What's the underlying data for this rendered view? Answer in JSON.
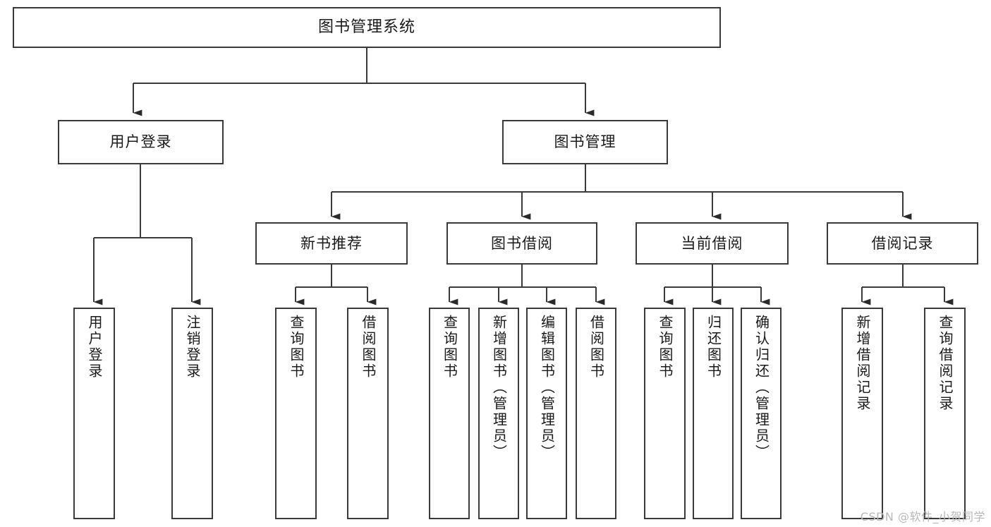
{
  "diagram": {
    "title": "图书管理系统",
    "type": "tree-hierarchy-chart",
    "watermark": "CSDN @软件_小贺同学",
    "colors": {
      "background": "#ffffff",
      "box_border": "#3a3a3a",
      "box_fill": "#ffffff",
      "connector": "#3a3a3a",
      "arrow": "#2b2b2b",
      "text": "#1a1a1a",
      "watermark": "#b8b8b8"
    },
    "root": {
      "id": "root",
      "label": "图书管理系统"
    },
    "level1": [
      {
        "id": "user-login",
        "label": "用户登录"
      },
      {
        "id": "book-manage",
        "label": "图书管理"
      }
    ],
    "level2": [
      {
        "id": "new-book-recommend",
        "label": "新书推荐",
        "parent": "book-manage"
      },
      {
        "id": "book-borrow",
        "label": "图书借阅",
        "parent": "book-manage"
      },
      {
        "id": "current-borrow",
        "label": "当前借阅",
        "parent": "book-manage"
      },
      {
        "id": "borrow-record",
        "label": "借阅记录",
        "parent": "book-manage"
      }
    ],
    "leaves": [
      {
        "id": "leaf-user-login",
        "label": "用户登录",
        "parent": "user-login"
      },
      {
        "id": "leaf-logout",
        "label": "注销登录",
        "parent": "user-login"
      },
      {
        "id": "leaf-query-book-1",
        "label": "查询图书",
        "parent": "new-book-recommend"
      },
      {
        "id": "leaf-borrow-book-1",
        "label": "借阅图书",
        "parent": "new-book-recommend"
      },
      {
        "id": "leaf-query-book-2",
        "label": "查询图书",
        "parent": "book-borrow"
      },
      {
        "id": "leaf-add-book",
        "label": "新增图书（管理员）",
        "parent": "book-borrow"
      },
      {
        "id": "leaf-edit-book",
        "label": "编辑图书（管理员）",
        "parent": "book-borrow"
      },
      {
        "id": "leaf-borrow-book-2",
        "label": "借阅图书",
        "parent": "book-borrow"
      },
      {
        "id": "leaf-query-book-3",
        "label": "查询图书",
        "parent": "current-borrow"
      },
      {
        "id": "leaf-return-book",
        "label": "归还图书",
        "parent": "current-borrow"
      },
      {
        "id": "leaf-confirm-return",
        "label": "确认归还（管理员）",
        "parent": "current-borrow"
      },
      {
        "id": "leaf-add-record",
        "label": "新增借阅记录",
        "parent": "borrow-record"
      },
      {
        "id": "leaf-query-record",
        "label": "查询借阅记录",
        "parent": "borrow-record"
      }
    ]
  }
}
